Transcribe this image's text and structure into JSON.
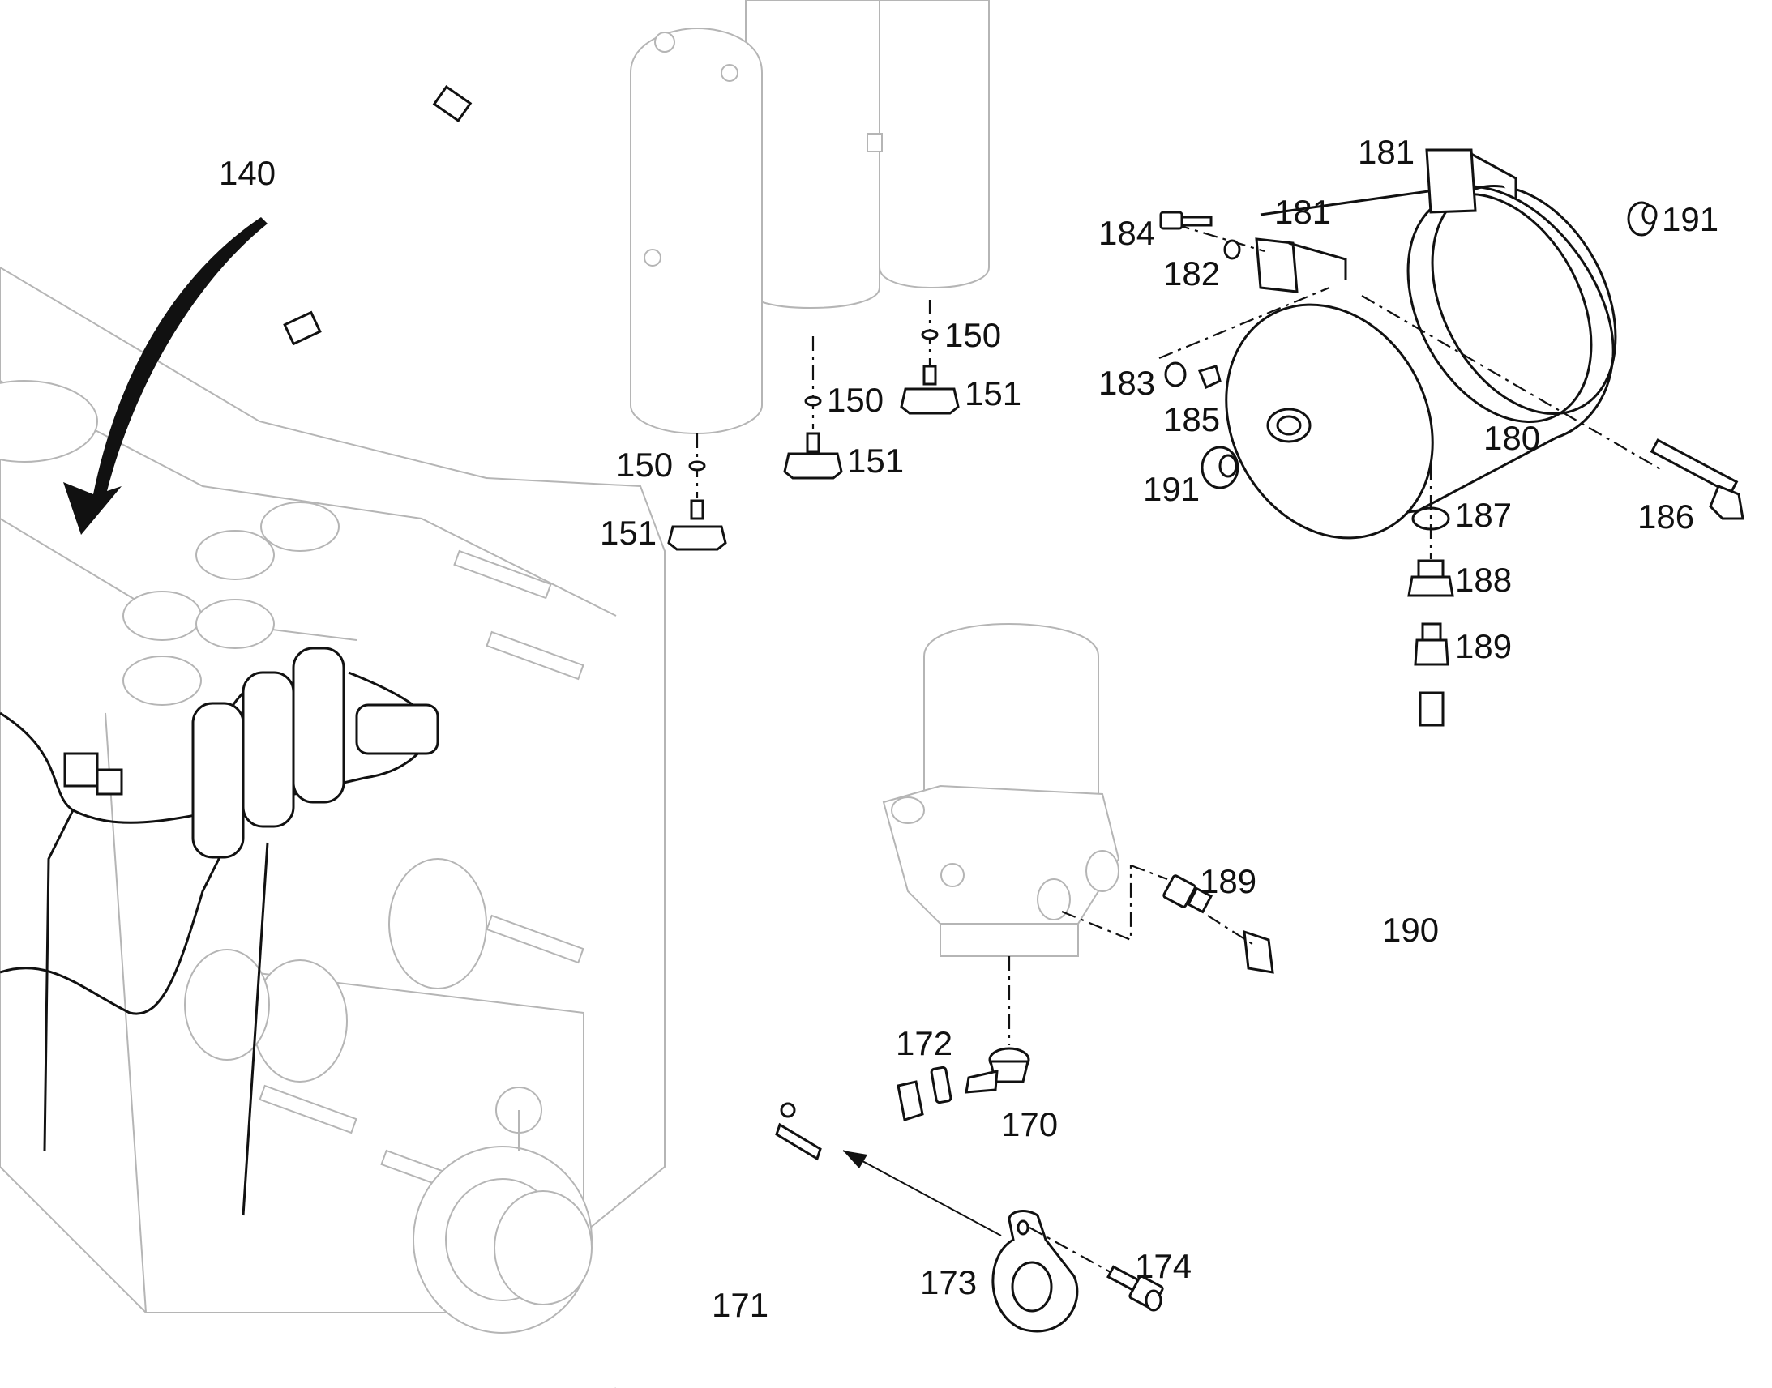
{
  "callouts": {
    "c140": "140",
    "c150a": "150",
    "c150b": "150",
    "c150c": "150",
    "c151a": "151",
    "c151b": "151",
    "c151c": "151",
    "c170": "170",
    "c171": "171",
    "c172": "172",
    "c173": "173",
    "c174": "174",
    "c180": "180",
    "c181a": "181",
    "c181b": "181",
    "c182": "182",
    "c183": "183",
    "c184": "184",
    "c185": "185",
    "c186": "186",
    "c187": "187",
    "c188": "188",
    "c189a": "189",
    "c189b": "189",
    "c190": "190",
    "c191a": "191",
    "c191b": "191"
  },
  "colors": {
    "line": "#111111",
    "ghost": "#b5b5b5",
    "background": "#ffffff"
  }
}
